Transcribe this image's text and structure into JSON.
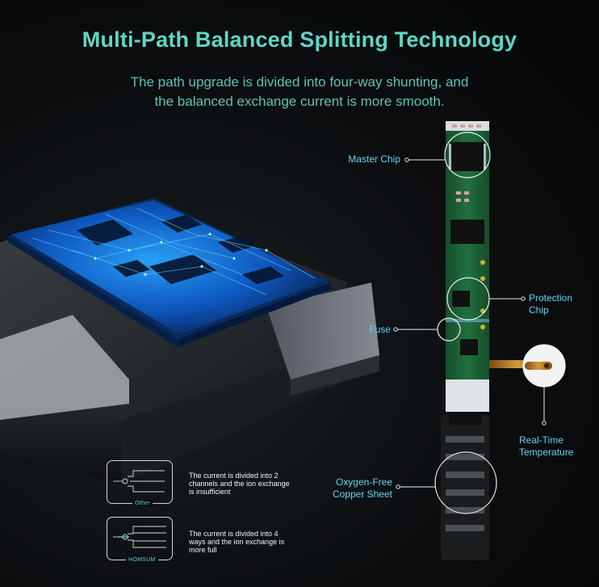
{
  "header": {
    "title": "Multi-Path Balanced Splitting Technology",
    "subtitle_line1": "The path upgrade is divided into four-way shunting, and",
    "subtitle_line2": "the balanced exchange current is more smooth."
  },
  "callouts": {
    "master_chip": "Master Chip",
    "protection_chip_line1": "Protection",
    "protection_chip_line2": "Chip",
    "fuse": "Fuse",
    "real_time_temp_line1": "Real-Time",
    "real_time_temp_line2": "Temperature",
    "copper_sheet_line1": "Oxygen-Free",
    "copper_sheet_line2": "Copper Sheet"
  },
  "comparison": {
    "other": {
      "tag": "Other",
      "line1": "The current is divided into 2",
      "line2": "channels and the ion exchange",
      "line3": "is insufficient"
    },
    "homsum": {
      "tag": "HOMSUM",
      "line1": "The current is divided into 4",
      "line2": "ways and the ion exchange is",
      "line3": "more full"
    }
  },
  "colors": {
    "accent_teal": "#5ed6c8",
    "callout_blue": "#5ed6f0",
    "pcb_green": "#1f6b3a",
    "chip_glow": "#1e8cff"
  }
}
